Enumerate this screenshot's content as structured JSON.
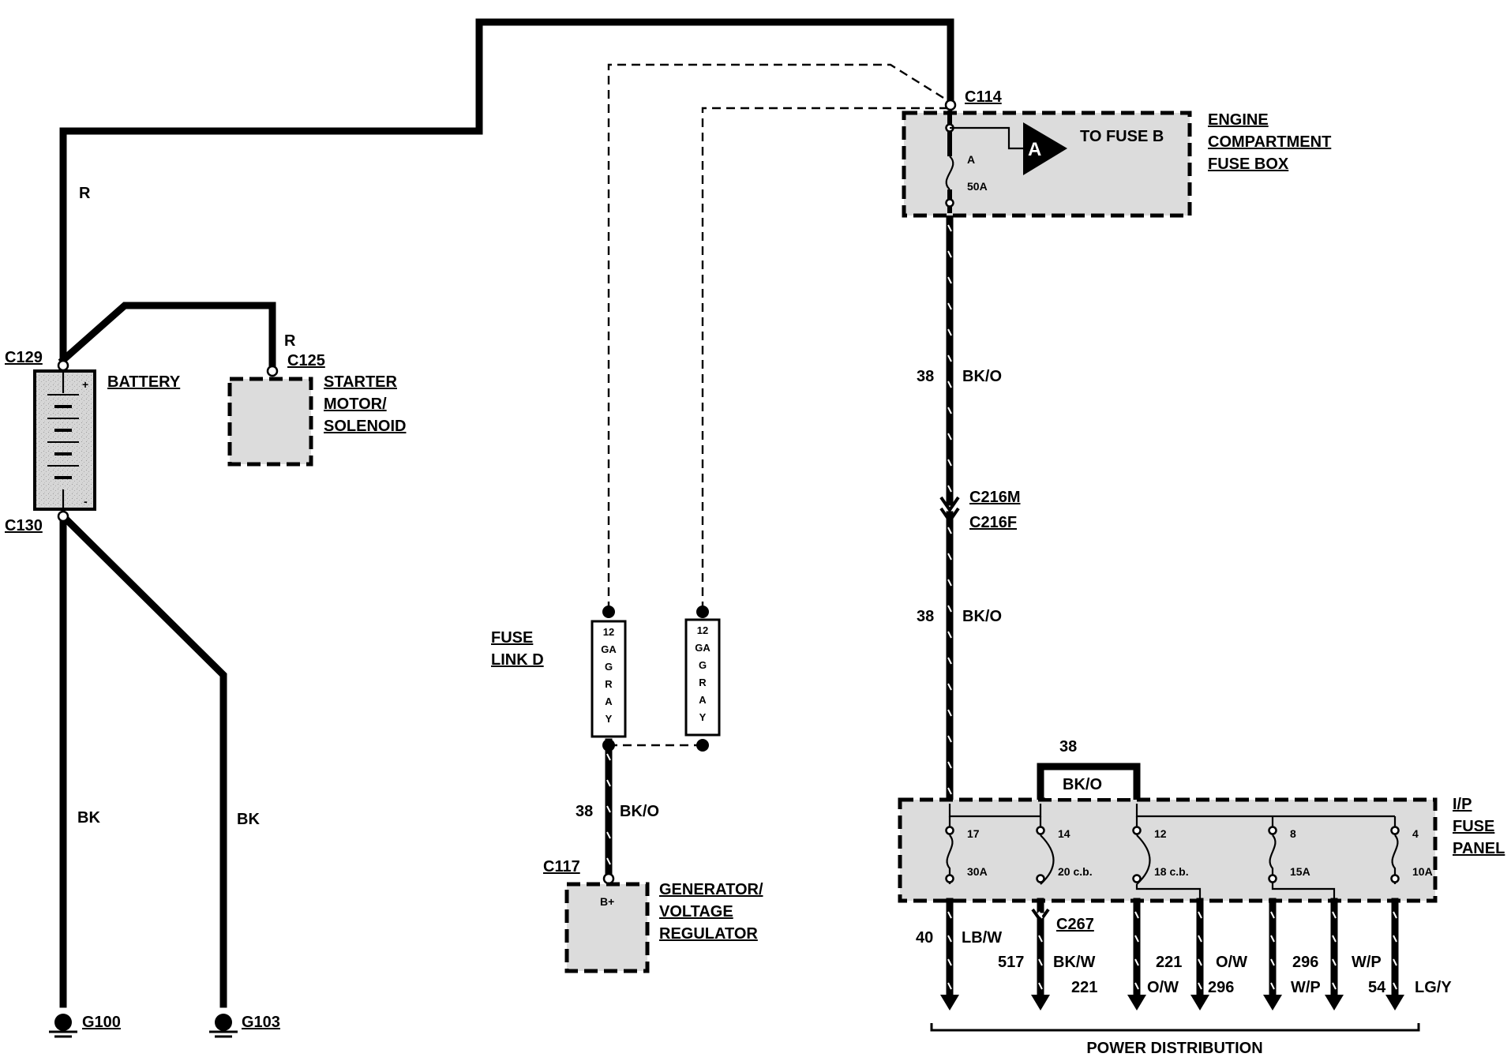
{
  "wire_colors": {
    "red": "R",
    "black": "BK",
    "black_orange": "BK/O",
    "light_blue_white": "LB/W",
    "black_white": "BK/W",
    "orange_white": "O/W",
    "white_pink": "W/P",
    "light_green_yellow": "LG/Y"
  },
  "circuits": {
    "main_feed": "38",
    "c40": "40",
    "c517": "517",
    "c221": "221",
    "c296": "296",
    "c54": "54"
  },
  "connectors": {
    "c114": "C114",
    "c129": "C129",
    "c130": "C130",
    "c125": "C125",
    "c117": "C117",
    "c216m": "C216M",
    "c216f": "C216F",
    "c267": "C267"
  },
  "grounds": {
    "g100": "G100",
    "g103": "G103"
  },
  "components": {
    "battery": "BATTERY",
    "starter": [
      "STARTER",
      "MOTOR/",
      "SOLENOID"
    ],
    "engine_fuse_box": [
      "ENGINE",
      "COMPARTMENT",
      "FUSE BOX"
    ],
    "fuse_link": [
      "FUSE",
      "LINK D"
    ],
    "generator": [
      "GENERATOR/",
      "VOLTAGE",
      "REGULATOR"
    ],
    "ip_fuse_panel": [
      "I/P",
      "FUSE",
      "PANEL"
    ],
    "generator_terminal": "B+",
    "battery_plus": "+",
    "battery_minus": "-"
  },
  "fuse_box": {
    "fuse_id": "A",
    "fuse_rating": "50A",
    "to_fuse": "TO FUSE B",
    "reference": "A"
  },
  "fuse_links": [
    "12",
    "GA",
    "G",
    "R",
    "A",
    "Y"
  ],
  "ip_fuses": [
    {
      "number": "17",
      "rating": "30A"
    },
    {
      "number": "14",
      "rating": "20 c.b."
    },
    {
      "number": "12",
      "rating": "18 c.b."
    },
    {
      "number": "8",
      "rating": "15A"
    },
    {
      "number": "4",
      "rating": "10A"
    }
  ],
  "footer": "POWER DISTRIBUTION"
}
